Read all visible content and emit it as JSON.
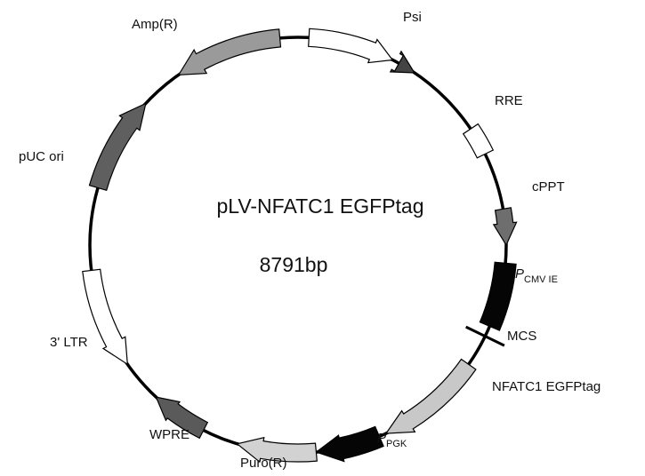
{
  "plasmid": {
    "name": "pLV-NFATC1 EGFPtag",
    "size": "8791bp",
    "features": [
      {
        "id": "psi",
        "label": "Psi",
        "color": "#444444"
      },
      {
        "id": "rre",
        "label": "RRE",
        "color": "#ffffff"
      },
      {
        "id": "cppt",
        "label": "cPPT",
        "color": "#6e6e6e"
      },
      {
        "id": "pcmv",
        "label": "P",
        "sub": "CMV IE",
        "color": "#050505"
      },
      {
        "id": "mcs",
        "label": "MCS",
        "color": "#000000"
      },
      {
        "id": "nfatc1",
        "label": "NFATC1 EGFPtag",
        "color": "#c8c8c8"
      },
      {
        "id": "ppgk",
        "label": "P",
        "sub": "PGK",
        "color": "#050505"
      },
      {
        "id": "puro",
        "label": "Puro(R)",
        "color": "#d2d2d2"
      },
      {
        "id": "wpre",
        "label": "WPRE",
        "color": "#5a5a5a"
      },
      {
        "id": "ltr3",
        "label": "3' LTR",
        "color": "#ffffff"
      },
      {
        "id": "puc",
        "label": "pUC ori",
        "color": "#5f5f5f"
      },
      {
        "id": "amp",
        "label": "Amp(R)",
        "color": "#9a9a9a"
      },
      {
        "id": "ltr5",
        "label": "",
        "color": "#ffffff"
      }
    ]
  }
}
